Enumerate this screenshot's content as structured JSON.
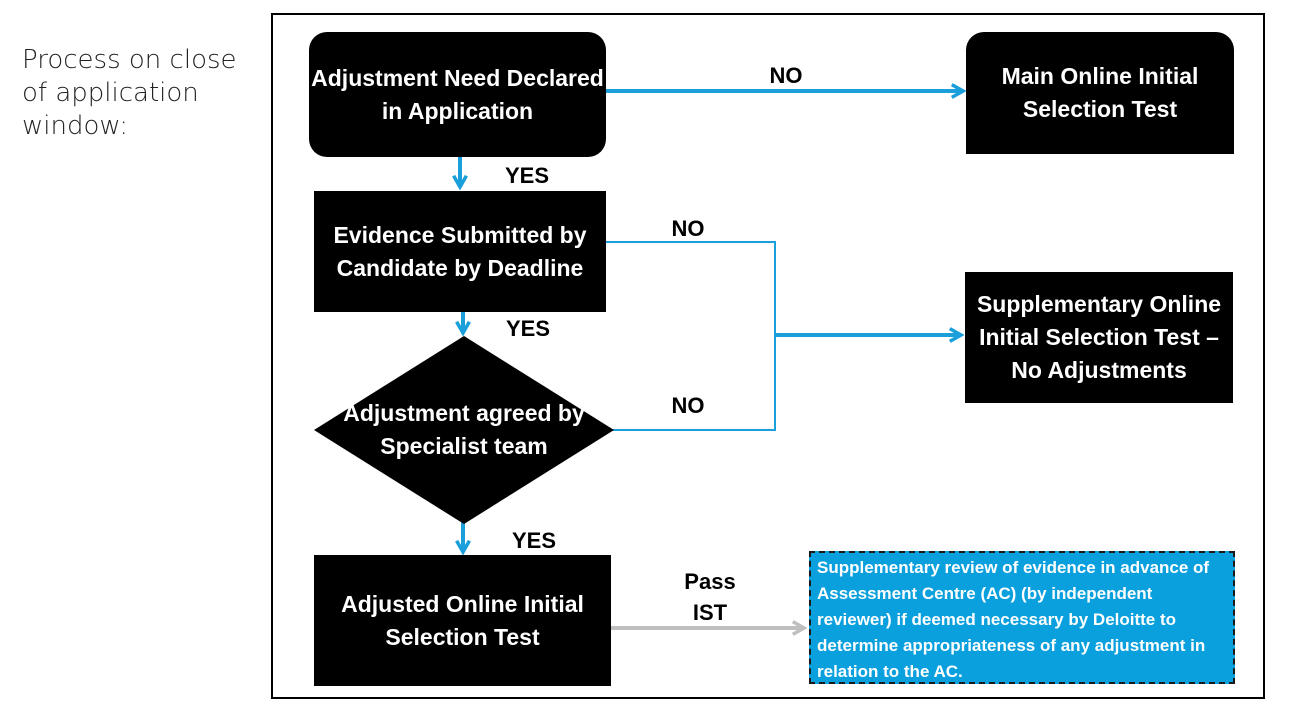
{
  "side_label": "Process on close of application window:",
  "nodes": {
    "adjustment_need": "Adjustment Need Declared in Application",
    "main_test": "Main Online Initial Selection Test",
    "evidence": "Evidence Submitted by Candidate by Deadline",
    "supplementary_test": "Supplementary Online Initial Selection Test – No Adjustments",
    "agreed": "Adjustment agreed by Specialist team",
    "adjusted_test": "Adjusted Online Initial Selection Test",
    "review_note": "Supplementary review of evidence in advance of Assessment Centre (AC) (by independent reviewer) if deemed necessary by Deloitte to determine appropriateness of any adjustment in relation to the AC."
  },
  "edge_labels": {
    "no_1": "NO",
    "yes_1": "YES",
    "no_2": "NO",
    "yes_2": "YES",
    "no_3": "NO",
    "yes_3": "YES",
    "pass_ist": "Pass IST"
  },
  "colors": {
    "connector": "#1a9fdb",
    "pass_connector": "#bfbfbf",
    "node_fill": "#000000",
    "note_fill": "#0aa0de"
  }
}
